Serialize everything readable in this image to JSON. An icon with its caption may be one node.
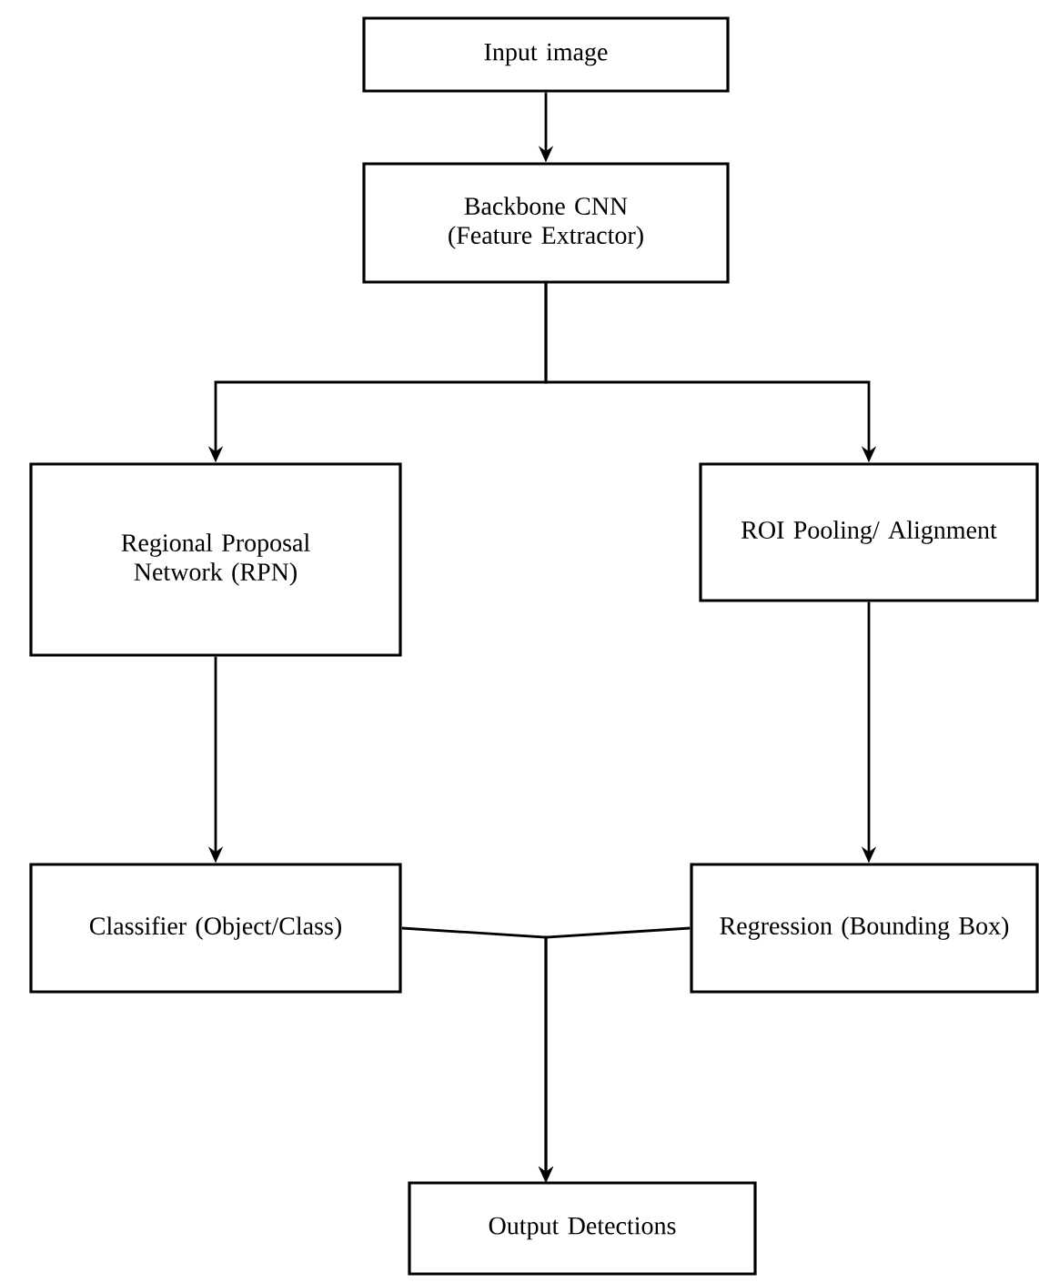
{
  "diagram": {
    "nodes": [
      {
        "text": [
          "Input image"
        ]
      },
      {
        "text": [
          "Backbone CNN (Feature Extractor)"
        ]
      },
      {
        "text": [
          "Regional Proposal Network (RPN)"
        ]
      },
      {
        "text": [
          "ROI Pooling/ Alignment"
        ]
      },
      {
        "text": [
          "Classifier (Object/Class)"
        ]
      },
      {
        "text": [
          "Regression (Bounding Box)"
        ]
      },
      {
        "text": [
          "Output Detections"
        ]
      }
    ],
    "edges": [
      {
        "from": 0,
        "to": 1,
        "arrow": "to"
      },
      {
        "from": 1,
        "to": 2,
        "arrow": "to"
      },
      {
        "from": 1,
        "to": 3,
        "arrow": "to"
      },
      {
        "from": 2,
        "to": 4,
        "arrow": "to"
      },
      {
        "from": 3,
        "to": 5,
        "arrow": "to"
      },
      {
        "from": 4,
        "to": 6,
        "arrow": "to"
      },
      {
        "from": 5,
        "to": 6,
        "arrow": "to"
      }
    ]
  }
}
